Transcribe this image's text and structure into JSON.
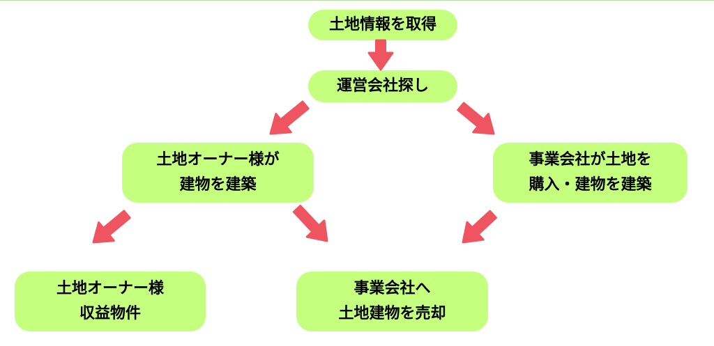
{
  "colors": {
    "node_fill": "#c5ff7e",
    "arrow": "#ee5561",
    "top_rule": "#b7dca0"
  },
  "nodes": {
    "acquire": {
      "lines": [
        "土地情報を取得"
      ]
    },
    "operator": {
      "lines": [
        "運営会社探し"
      ]
    },
    "owner_build": {
      "lines": [
        "土地オーナー様が",
        "建物を建築"
      ]
    },
    "company_buy": {
      "lines": [
        "事業会社が土地を",
        "購入・建物を建築"
      ]
    },
    "owner_income": {
      "lines": [
        "土地オーナー様",
        "収益物件"
      ]
    },
    "sell": {
      "lines": [
        "事業会社へ",
        "土地建物を売却"
      ]
    }
  },
  "edges": [
    {
      "from": "acquire",
      "to": "operator"
    },
    {
      "from": "operator",
      "to": "owner_build"
    },
    {
      "from": "operator",
      "to": "company_buy"
    },
    {
      "from": "owner_build",
      "to": "owner_income"
    },
    {
      "from": "owner_build",
      "to": "sell"
    },
    {
      "from": "company_buy",
      "to": "sell"
    }
  ]
}
